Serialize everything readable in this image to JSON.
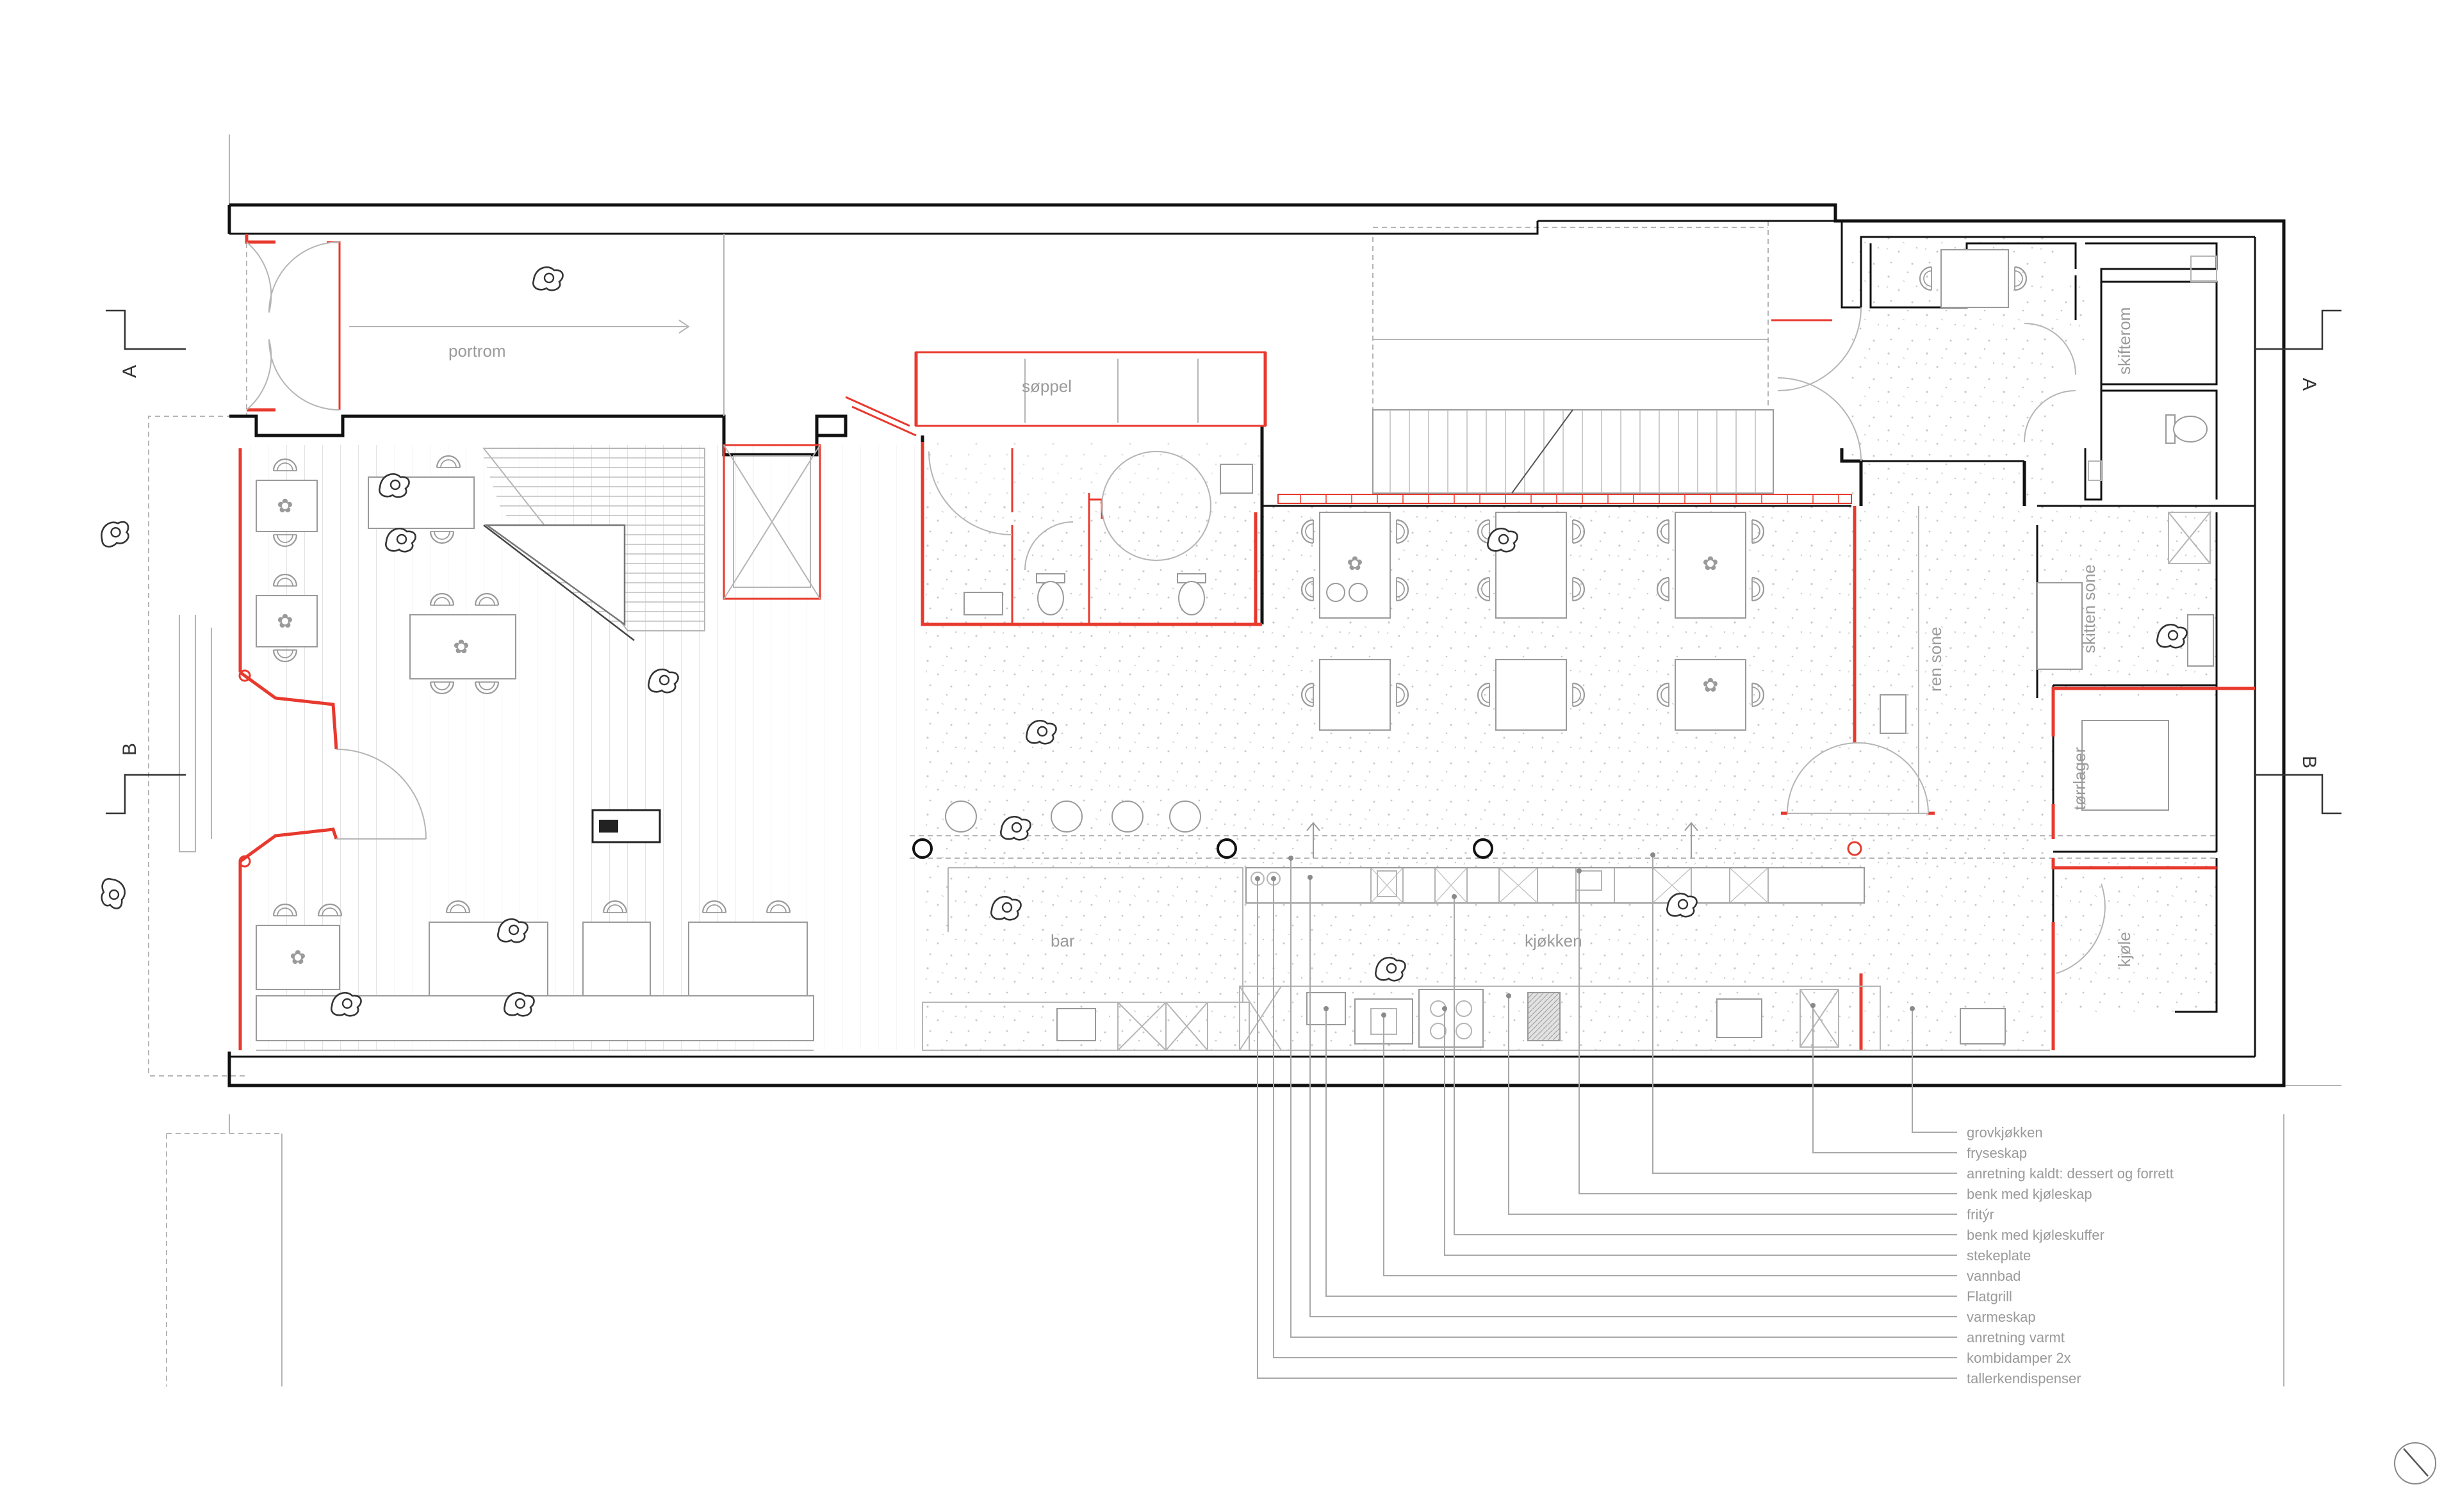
{
  "rooms": {
    "portrom": "portrom",
    "soppel": "søppel",
    "ren_sone": "ren sone",
    "skitten_sone": "skitten sone",
    "skifterom": "skifterom",
    "tortlager": "tørrlager",
    "kjole": "kjøle",
    "bar": "bar",
    "kjokken": "kjøkken"
  },
  "section_markers": {
    "a_left": "A",
    "a_right": "A",
    "b_left": "B",
    "b_right": "B"
  },
  "legend": [
    "grovkjøkken",
    "fryseskap",
    "anretning kaldt: dessert og forrett",
    "benk med kjøleskap",
    "fritýr",
    "benk med kjøleskuffer",
    "stekeplate",
    "vannbad",
    "Flatgrill",
    "varmeskap",
    "anretning varmt",
    "kombidamper 2x",
    "tallerkendispenser"
  ],
  "colors": {
    "wall": "#111111",
    "new_construction": "#e8392e",
    "furniture": "#9a9a9a",
    "lines": "#b5b5b5"
  },
  "icons": [
    "person-icon",
    "chair-icon",
    "toilet-icon",
    "column-icon",
    "north-arrow-icon"
  ]
}
